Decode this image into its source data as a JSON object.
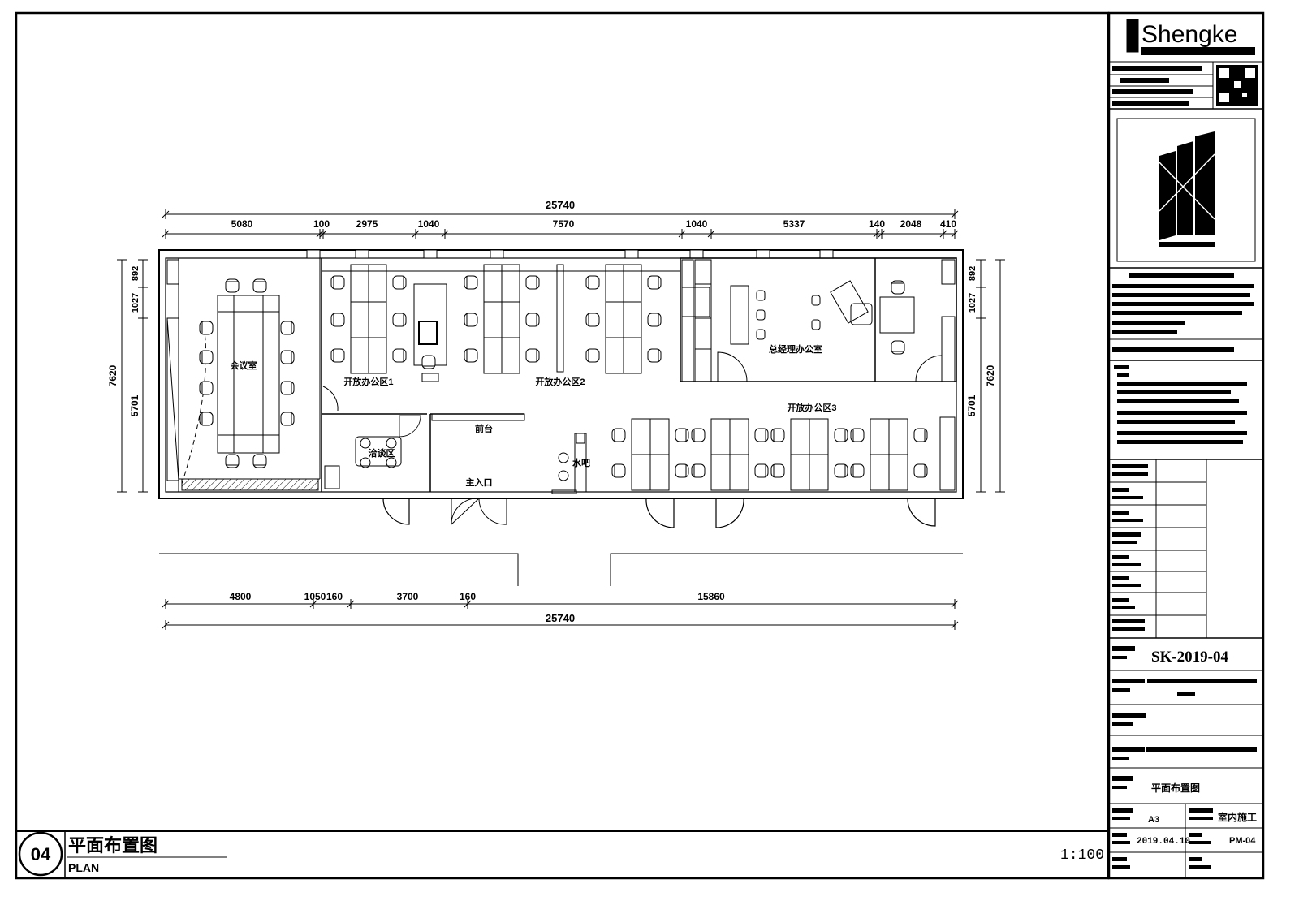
{
  "title_block": {
    "logo_text": "Shengke",
    "project_no": "SK-2019-04",
    "drawing_name": "平面布置图",
    "discipline": "室内施工",
    "size": "A3",
    "date": "2019.04.10",
    "sheet_no": "PM-04"
  },
  "caption": {
    "number": "04",
    "title": "平面布置图",
    "subtitle": "PLAN",
    "scale": "1:100"
  },
  "dimensions": {
    "top_total": "25740",
    "top_segments": [
      "5080",
      "100",
      "2975",
      "1040",
      "7570",
      "1040",
      "5337",
      "140",
      "2048",
      "410"
    ],
    "bottom_segments": [
      "4800",
      "1050",
      "160",
      "3700",
      "160",
      "15860"
    ],
    "bottom_total": "25740",
    "left_overall": "7620",
    "left_parts": [
      "5701",
      "1027",
      "892"
    ],
    "right_overall": "7620",
    "right_parts": [
      "5701",
      "1027",
      "892"
    ]
  },
  "rooms": {
    "meeting": "会议室",
    "open_office_1": "开放办公区1",
    "open_office_2": "开放办公区2",
    "open_office_3": "开放办公区3",
    "manager": "总经理办公室",
    "reception": "前台",
    "lounge": "洽谈区",
    "tea": "水吧",
    "entrance": "主入口"
  },
  "colors": {
    "line": "#000000",
    "paper": "#ffffff"
  }
}
